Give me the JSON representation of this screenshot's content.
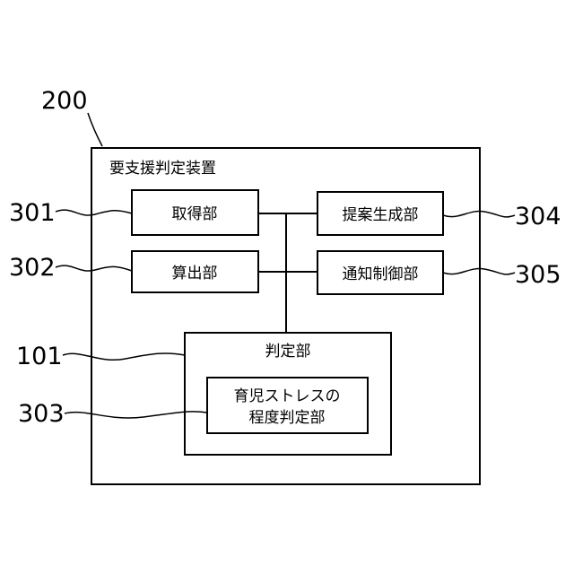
{
  "device": {
    "ref": "200",
    "title": "要支援判定装置"
  },
  "blocks": {
    "acquisition": {
      "ref": "301",
      "label": "取得部"
    },
    "calculation": {
      "ref": "302",
      "label": "算出部"
    },
    "proposal": {
      "ref": "304",
      "label": "提案生成部"
    },
    "notification": {
      "ref": "305",
      "label": "通知制御部"
    },
    "determination": {
      "ref": "101",
      "label": "判定部"
    },
    "stress_level": {
      "ref": "303",
      "label_line1": "育児ストレスの",
      "label_line2": "程度判定部"
    }
  }
}
